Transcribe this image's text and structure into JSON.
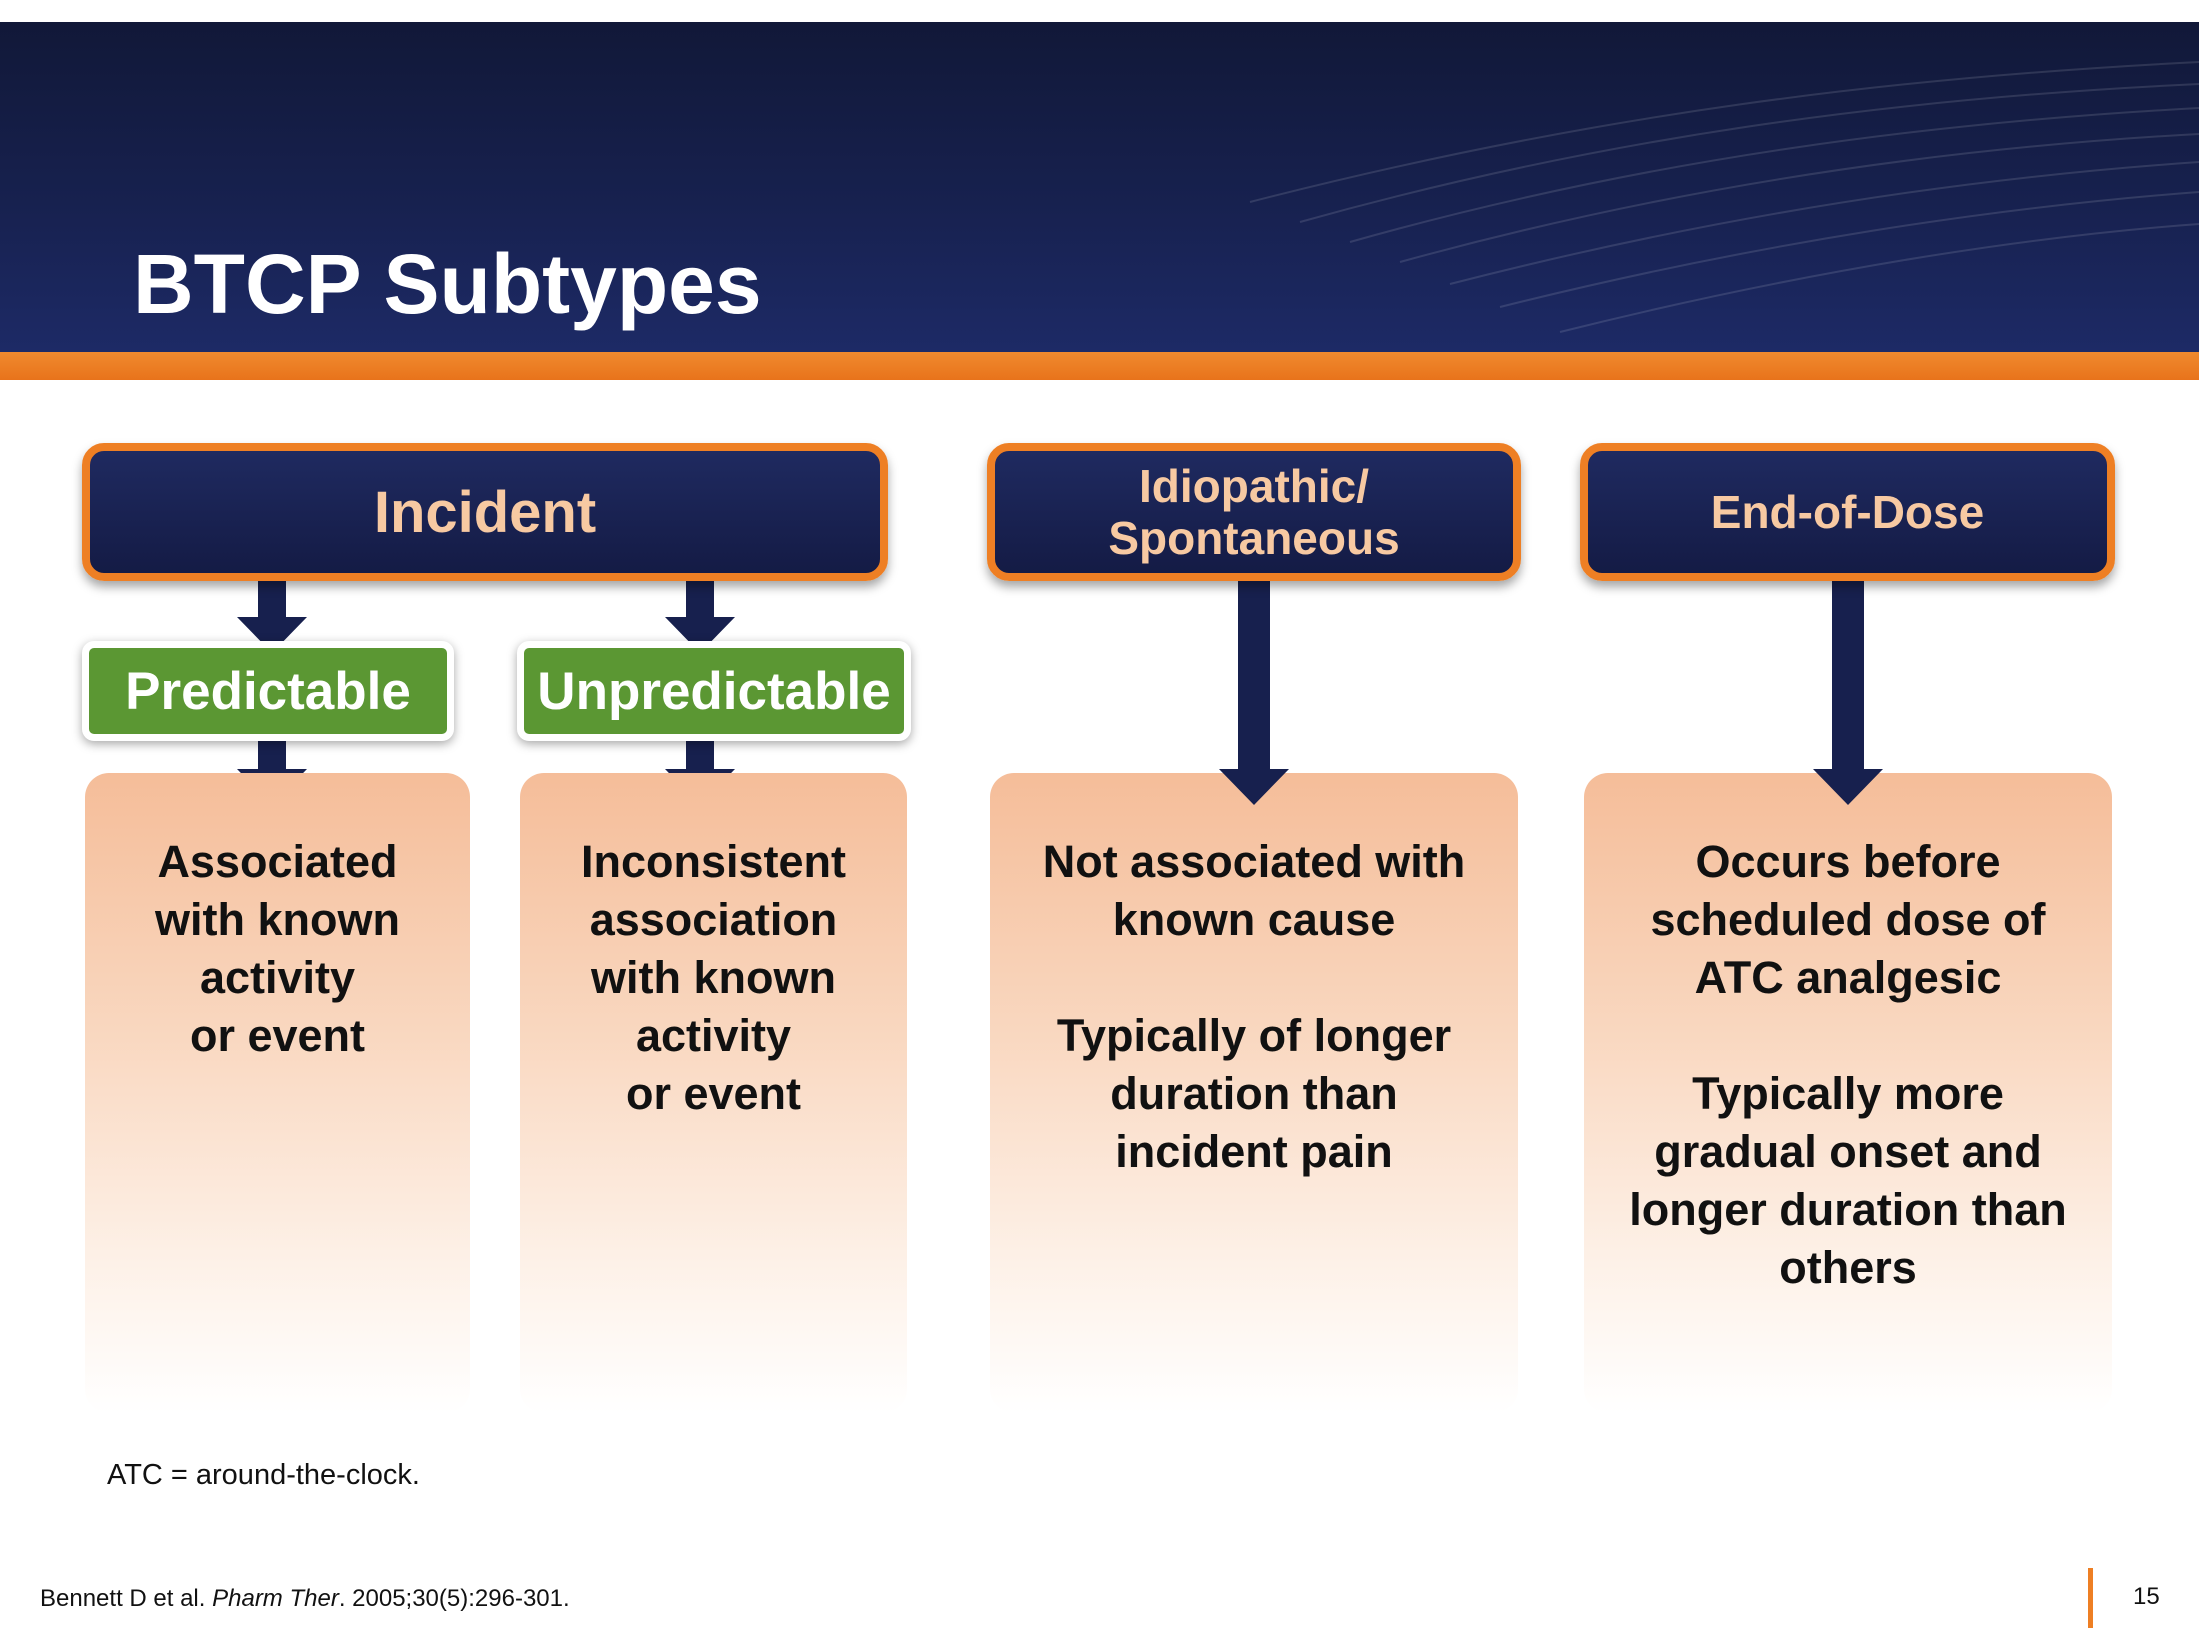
{
  "title": "BTCP Subtypes",
  "categories": {
    "incident": "Incident",
    "idiopathic_line1": "Idiopathic/",
    "idiopathic_line2": "Spontaneous",
    "end_of_dose": "End-of-Dose"
  },
  "subtypes": {
    "predictable": "Predictable",
    "unpredictable": "Unpredictable"
  },
  "descriptions": {
    "predictable": [
      "Associated",
      "with known",
      "activity",
      "or event"
    ],
    "unpredictable": [
      "Inconsistent",
      "association",
      "with known",
      "activity",
      "or event"
    ],
    "idiopathic_a": [
      "Not associated with",
      "known cause"
    ],
    "idiopathic_b": [
      "Typically of longer",
      "duration than",
      "incident pain"
    ],
    "end_of_dose_a": [
      "Occurs before",
      "scheduled dose of",
      "ATC analgesic"
    ],
    "end_of_dose_b": [
      "Typically more",
      "gradual onset and",
      "longer duration than",
      "others"
    ]
  },
  "footnote": "ATC = around-the-clock.",
  "citation": {
    "authors": "Bennett D et al. ",
    "journal": "Pharm Ther",
    "details": ". 2005;30(5):296-301."
  },
  "page_number": "15",
  "colors": {
    "header_navy": "#17214f",
    "accent_orange": "#ee7f24",
    "category_text": "#f7c9a2",
    "green": "#5b9733",
    "peach": "#f5bd99"
  }
}
